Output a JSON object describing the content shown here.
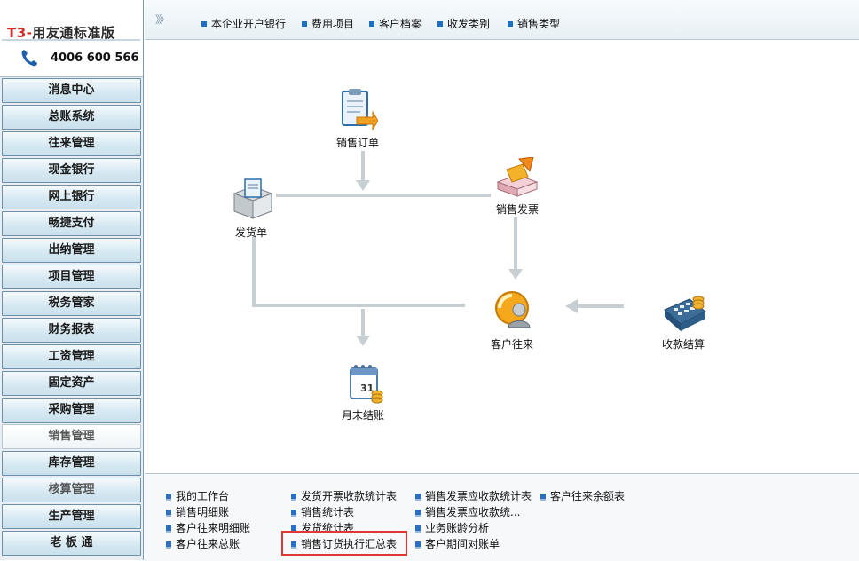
{
  "logo": {
    "title_prefix": "T3-",
    "title_rest": "用友通标准版",
    "phone": "4006 600 566"
  },
  "sidebar": {
    "items": [
      {
        "label": "消息中心"
      },
      {
        "label": "总账系统"
      },
      {
        "label": "往来管理"
      },
      {
        "label": "现金银行"
      },
      {
        "label": "网上银行"
      },
      {
        "label": "畅捷支付"
      },
      {
        "label": "出纳管理"
      },
      {
        "label": "项目管理"
      },
      {
        "label": "税务管家"
      },
      {
        "label": "财务报表"
      },
      {
        "label": "工资管理"
      },
      {
        "label": "固定资产"
      },
      {
        "label": "采购管理"
      },
      {
        "label": "销售管理"
      },
      {
        "label": "库存管理"
      },
      {
        "label": "核算管理"
      },
      {
        "label": "生产管理"
      },
      {
        "label": "老 板 通"
      }
    ],
    "active_index": 13
  },
  "topbar": {
    "arrows": "》》",
    "links": [
      "本企业开户银行",
      "费用项目",
      "客户档案",
      "收发类别",
      "销售类型"
    ]
  },
  "flow": {
    "sales_order": "销售订单",
    "delivery": "发货单",
    "sales_invoice": "销售发票",
    "customer_account": "客户往来",
    "payment_settle": "收款结算",
    "month_end": "月末结账"
  },
  "reports": {
    "col1": [
      "我的工作台",
      "销售明细账",
      "客户往来明细账",
      "客户往来总账"
    ],
    "col2": [
      "发货开票收款统计表",
      "销售统计表",
      "发货统计表",
      "销售订货执行汇总表"
    ],
    "col3": [
      "销售发票应收款统计表",
      "销售发票应收款统...",
      "业务账龄分析",
      "客户期间对账单"
    ],
    "col4": [
      "客户往来余额表"
    ]
  },
  "colors": {
    "accent": "#1f6fbf",
    "highlight": "#e23535",
    "nav_border": "#6d8fa8"
  }
}
